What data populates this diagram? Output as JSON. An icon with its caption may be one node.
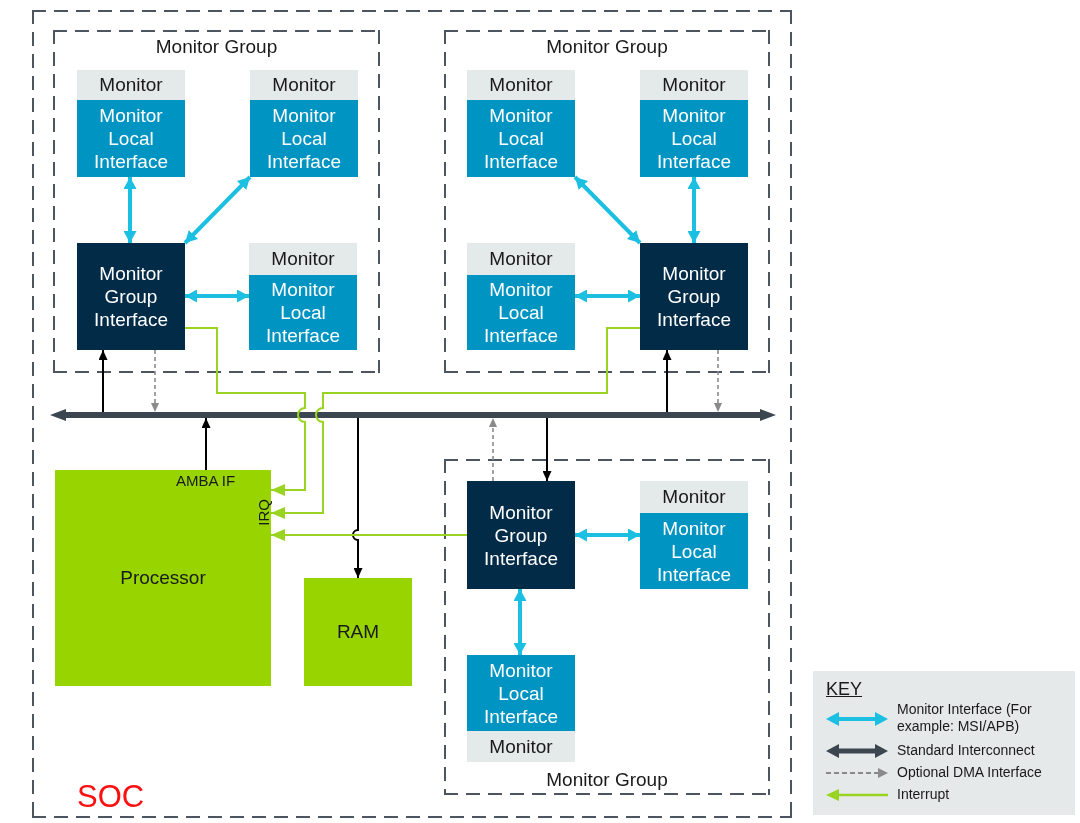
{
  "diagram": {
    "nodes": [
      {
        "text": [
          "SOC"
        ]
      },
      {
        "text": [
          "Monitor Group"
        ],
        "in": 0
      },
      {
        "text": [
          "Monitor",
          "Monitor Local Interface"
        ],
        "in": 1
      },
      {
        "text": [
          "Monitor",
          "Monitor Local Interface"
        ],
        "in": 1
      },
      {
        "text": [
          "Monitor Group Interface"
        ],
        "in": 1
      },
      {
        "text": [
          "Monitor",
          "Monitor Local Interface"
        ],
        "in": 1
      },
      {
        "text": [
          "Monitor Group"
        ],
        "in": 0
      },
      {
        "text": [
          "Monitor",
          "Monitor Local Interface"
        ],
        "in": 6
      },
      {
        "text": [
          "Monitor",
          "Monitor Local Interface"
        ],
        "in": 6
      },
      {
        "text": [
          "Monitor",
          "Monitor Local Interface"
        ],
        "in": 6
      },
      {
        "text": [
          "Monitor Group Interface"
        ],
        "in": 6
      },
      {
        "text": [],
        "shape": "bar",
        "in": 0
      },
      {
        "text": [
          "AMBA IF",
          "IRQ",
          "Processor"
        ],
        "in": 0
      },
      {
        "text": [
          "RAM"
        ],
        "in": 0
      },
      {
        "text": [
          "Monitor Group"
        ],
        "in": 0
      },
      {
        "text": [
          "Monitor Group Interface"
        ],
        "in": 14
      },
      {
        "text": [
          "Monitor",
          "Monitor Local Interface"
        ],
        "in": 14
      },
      {
        "text": [
          "Monitor Local Interface",
          "Monitor"
        ],
        "in": 14
      }
    ],
    "edges": [
      {
        "from": 2,
        "to": 4,
        "arrow": "both",
        "style": "thick"
      },
      {
        "from": 3,
        "to": 4,
        "arrow": "both",
        "style": "thick"
      },
      {
        "from": 4,
        "to": 5,
        "arrow": "both",
        "style": "thick"
      },
      {
        "from": 7,
        "to": 10,
        "arrow": "both",
        "style": "thick"
      },
      {
        "from": 8,
        "to": 10,
        "arrow": "both",
        "style": "thick"
      },
      {
        "from": 9,
        "to": 10,
        "arrow": "both",
        "style": "thick"
      },
      {
        "from": 11,
        "to": 4,
        "arrow": "to",
        "color": "#000000"
      },
      {
        "from": 4,
        "to": 11,
        "arrow": "to",
        "style": "dashed",
        "color": "#8a8a8a"
      },
      {
        "from": 11,
        "to": 10,
        "arrow": "to",
        "color": "#000000"
      },
      {
        "from": 10,
        "to": 11,
        "arrow": "to",
        "style": "dashed",
        "color": "#8a8a8a"
      },
      {
        "from": 12,
        "to": 11,
        "arrow": "to",
        "color": "#000000"
      },
      {
        "from": 11,
        "to": 13,
        "arrow": "to",
        "color": "#000000"
      },
      {
        "from": 11,
        "to": 15,
        "arrow": "to",
        "color": "#000000"
      },
      {
        "from": 15,
        "to": 11,
        "arrow": "to",
        "style": "dashed",
        "color": "#8a8a8a"
      },
      {
        "from": 15,
        "to": 16,
        "arrow": "both",
        "style": "thick"
      },
      {
        "from": 15,
        "to": 17,
        "arrow": "both",
        "style": "thick"
      },
      {
        "from": 4,
        "to": 12,
        "arrow": "to",
        "color": "#99d420"
      },
      {
        "from": 10,
        "to": 12,
        "arrow": "to",
        "color": "#99d420"
      },
      {
        "from": 15,
        "to": 12,
        "arrow": "to",
        "color": "#99d420"
      }
    ],
    "labels": [
      "KEY"
    ],
    "legend": [
      {
        "text": "Monitor Interface (For example: MSI/APB)"
      },
      {
        "text": "Standard Interconnect"
      },
      {
        "text": "Optional DMA Interface"
      },
      {
        "text": "Interrupt"
      }
    ]
  }
}
